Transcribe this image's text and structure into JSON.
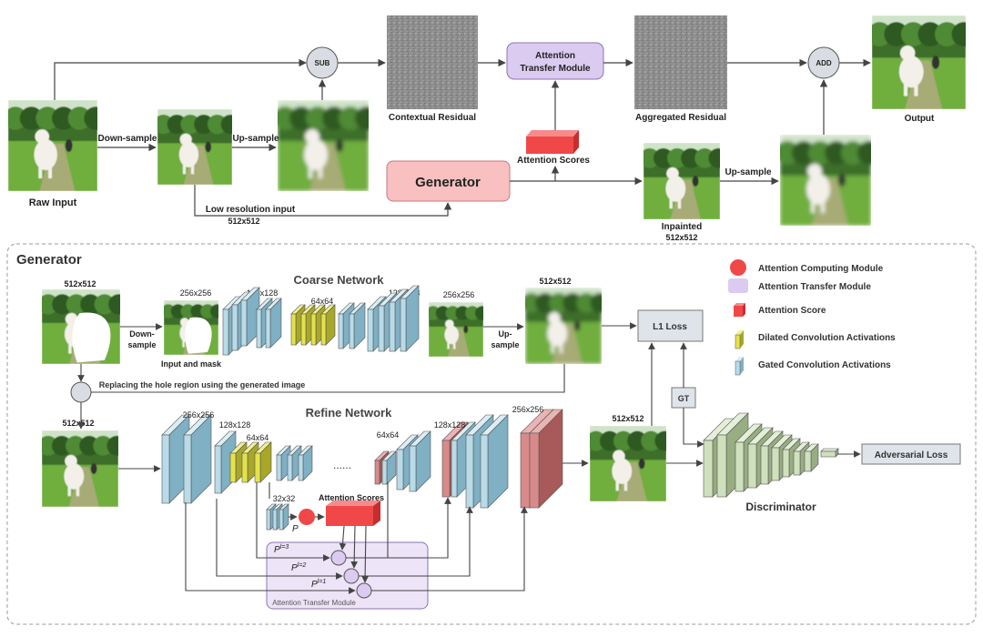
{
  "colors": {
    "grass": "#6fae3e",
    "sky": "#cfe3c8",
    "trees": "#3d6e2a",
    "path": "#b9a98a",
    "dog": "#f3f0ea",
    "generator_fill": "#f8c0c0",
    "atm_fill": "#dccbf0",
    "attention_red": "#f04848",
    "gated_blue": "#b9dbe8",
    "dilated_yellow": "#e3e24a",
    "disc_green": "#cfe0bd",
    "gray_box": "#dfe4ea",
    "circle_fill": "#d9dde3",
    "arrow": "#444444"
  },
  "top": {
    "raw_input": "Raw Input",
    "downsample": "Down-sample",
    "upsample_1": "Up-sample",
    "sub": "SUB",
    "contextual_residual": "Contextual Residual",
    "atm_line1": "Attention",
    "atm_line2": "Transfer Module",
    "aggregated_residual": "Aggregated Residual",
    "add": "ADD",
    "output": "Output",
    "attention_scores": "Attention Scores",
    "generator": "Generator",
    "low_res_input": "Low resolution input",
    "low_res_size": "512x512",
    "inpainted": "Inpainted",
    "inpainted_size": "512x512",
    "upsample_2": "Up-sample"
  },
  "generator_panel": {
    "title": "Generator",
    "coarse_title": "Coarse Network",
    "refine_title": "Refine Network",
    "size_512_a": "512x512",
    "size_256_a": "256x256",
    "size_128_a": "128x128",
    "size_64_a": "64x64",
    "size_128_b": "128x128",
    "size_256_b": "256x256",
    "size_512_b": "512x512",
    "downsample_1": "Down-",
    "downsample_2": "sample",
    "input_and_mask": "Input and mask",
    "upsample_1": "Up-",
    "upsample_2": "sample",
    "l1_loss": "L1 Loss",
    "gt": "GT",
    "replacing": "Replacing the hole region using the generated image",
    "size_512_c": "512x512",
    "size_256_r1": "256x256",
    "size_128_r1": "128x128",
    "size_64_r1": "64x64",
    "ellipsis": "......",
    "size_64_r2": "64x64",
    "size_128_r2": "128x128",
    "size_256_r2": "256x256",
    "size_512_d": "512x512",
    "size_32": "32x32",
    "p_label": "P",
    "attention_scores": "Attention Scores",
    "pl3": "P",
    "pl3_sup": "l=3",
    "pl2": "P",
    "pl2_sup": "l=2",
    "pl1": "P",
    "pl1_sup": "l=1",
    "atm_box": "Attention Transfer Module",
    "discriminator": "Discriminator",
    "adversarial_loss": "Adversarial Loss"
  },
  "legend": {
    "items": [
      {
        "label": "Attention Computing Module",
        "icon": "red-circle-icon"
      },
      {
        "label": "Attention Transfer Module",
        "icon": "lavender-box-icon"
      },
      {
        "label": "Attention Score",
        "icon": "red-cube-icon"
      },
      {
        "label": "Dilated Convolution Activations",
        "icon": "yellow-slab-icon"
      },
      {
        "label": "Gated Convolution Activations",
        "icon": "blue-slab-icon"
      }
    ]
  }
}
